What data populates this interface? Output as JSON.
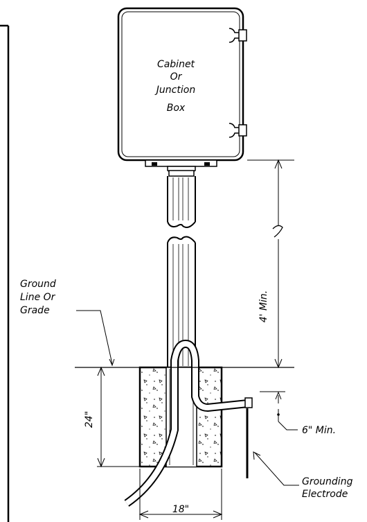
{
  "labels": {
    "cabinet": [
      "Cabinet",
      "Or",
      "Junction",
      "Box"
    ],
    "ground_line": [
      "Ground",
      "Line Or",
      "Grade"
    ],
    "dim_height": "4' Min.",
    "dim_depth": "24\"",
    "dim_width": "18\"",
    "dim_electrode": "6\" Min.",
    "electrode": [
      "Grounding",
      "Electrode"
    ]
  },
  "colors": {
    "line": "#000000",
    "background": "#ffffff"
  }
}
